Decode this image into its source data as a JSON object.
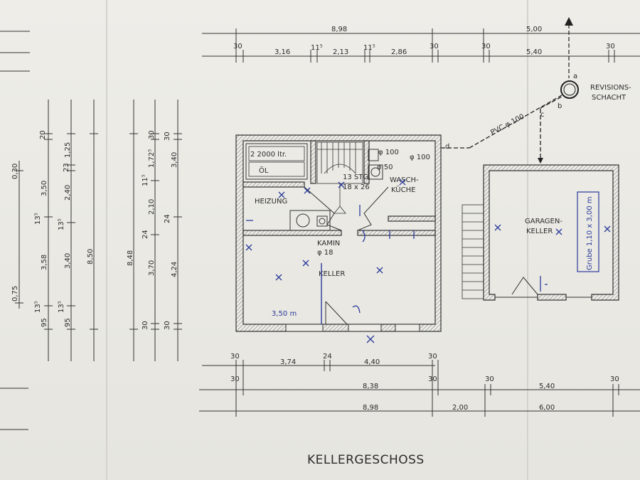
{
  "title": "KELLERGESCHOSS",
  "rooms": {
    "tank_label": "2 2000 ltr.",
    "tank_oil": "ÖL",
    "stairs": "13 STG.",
    "stairs_size": "18 x 26",
    "heating": "HEIZUNG",
    "laundry_1": "WASCH-",
    "laundry_2": "KÜCHE",
    "chimney": "KAMIN",
    "chimney_size": "φ 18",
    "cellar": "KELLER",
    "garage_1": "GARAGEN-",
    "garage_2": "KELLER",
    "revision_1": "REVISIONS-",
    "revision_2": "SCHACHT",
    "pvc": "PVC φ 100",
    "pipe_a": "φ 100",
    "pipe_b": "φ 100",
    "pipe_c": "φ 50",
    "manhole_a": "a",
    "manhole_b": "b",
    "manhole_c": "c",
    "manhole_d": "d"
  },
  "pen_notes": {
    "cellar_width": "3,50 m",
    "pit": "Grube 1,10 x 3,00 m"
  },
  "top_dims": {
    "overall": "8,98",
    "garage_top": "5,00",
    "r30a": "30",
    "d316": "3,16",
    "r11a": "11⁵",
    "d213": "2,13",
    "r11b": "11⁵",
    "d286": "2,86",
    "r30b": "30",
    "r30c": "30",
    "d540": "5,40",
    "r30d": "30"
  },
  "bottom_dims": {
    "r30a": "30",
    "d374": "3,74",
    "r24": "24",
    "d440": "4,40",
    "r30b": "30",
    "r30c": "30",
    "d838": "8,38",
    "r30d": "30",
    "r30e": "30",
    "d540": "5,40",
    "r30f": "30",
    "d898": "8,98",
    "d200": "2,00",
    "d600": "6,00"
  },
  "left_dims": {
    "c1": [
      "0,30",
      "0,75"
    ],
    "c2": [
      "20",
      "3,50",
      "13⁵",
      "3,58",
      "13⁵",
      "95"
    ],
    "c3": [
      "1,25",
      "23",
      "2,40",
      "13⁵",
      "3,40",
      "13⁵",
      "95"
    ],
    "c4": [
      "8,50"
    ],
    "c5": [
      "8,48"
    ],
    "c6": [
      "30",
      "1,72⁵",
      "11⁵",
      "2,10",
      "24",
      "3,70",
      "30"
    ],
    "c7": [
      "30",
      "3,40",
      "24",
      "4,24",
      "30"
    ]
  }
}
